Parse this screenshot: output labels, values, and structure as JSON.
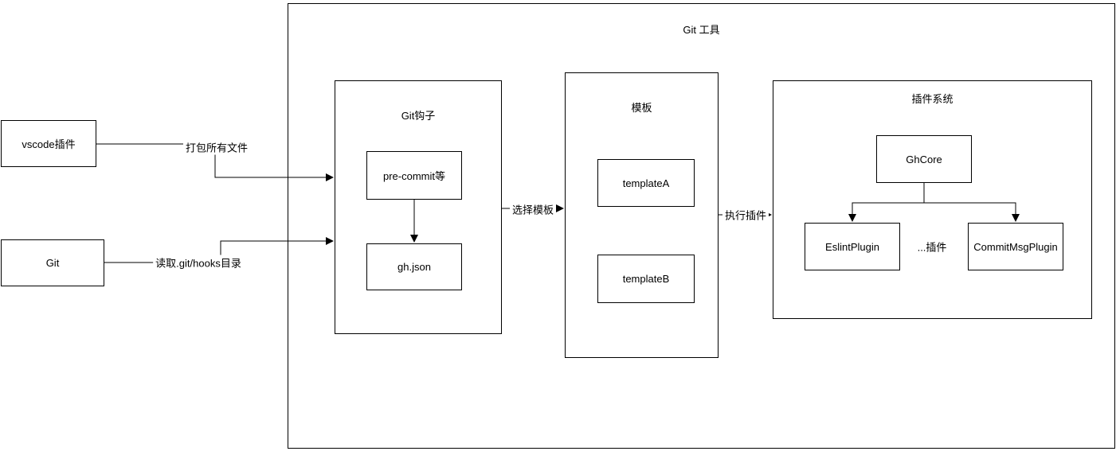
{
  "diagram": {
    "type": "flowchart",
    "background_color": "#ffffff",
    "line_color": "#000000",
    "text_color": "#000000",
    "container": {
      "title": "Git 工具"
    },
    "groups": {
      "git_hooks": {
        "title": "Git钩子"
      },
      "template": {
        "title": "模板"
      },
      "plugin_system": {
        "title": "插件系统"
      }
    },
    "nodes": {
      "vscode_plugin": {
        "label": "vscode插件"
      },
      "git": {
        "label": "Git"
      },
      "pre_commit": {
        "label": "pre-commit等"
      },
      "gh_json": {
        "label": "gh.json"
      },
      "template_a": {
        "label": "templateA"
      },
      "template_b": {
        "label": "templateB"
      },
      "gh_core": {
        "label": "GhCore"
      },
      "eslint_plugin": {
        "label": "EslintPlugin"
      },
      "more_plugins": {
        "label": "...插件"
      },
      "commit_msg_plugin": {
        "label": "CommitMsgPlugin"
      }
    },
    "edges": {
      "pack_files": {
        "label": "打包所有文件",
        "from": "vscode_plugin",
        "to": "git_hooks"
      },
      "read_hooks": {
        "label": "读取.git/hooks目录",
        "from": "git",
        "to": "git_hooks"
      },
      "select_template": {
        "label": "选择模板",
        "from": "git_hooks",
        "to": "template"
      },
      "exec_plugins": {
        "label": "执行插件",
        "from": "template",
        "to": "plugin_system"
      },
      "precommit_to_ghjson": {
        "label": "",
        "from": "pre_commit",
        "to": "gh_json"
      },
      "ghcore_to_eslint": {
        "label": "",
        "from": "gh_core",
        "to": "eslint_plugin"
      },
      "ghcore_to_commitmsg": {
        "label": "",
        "from": "gh_core",
        "to": "commit_msg_plugin"
      }
    }
  }
}
